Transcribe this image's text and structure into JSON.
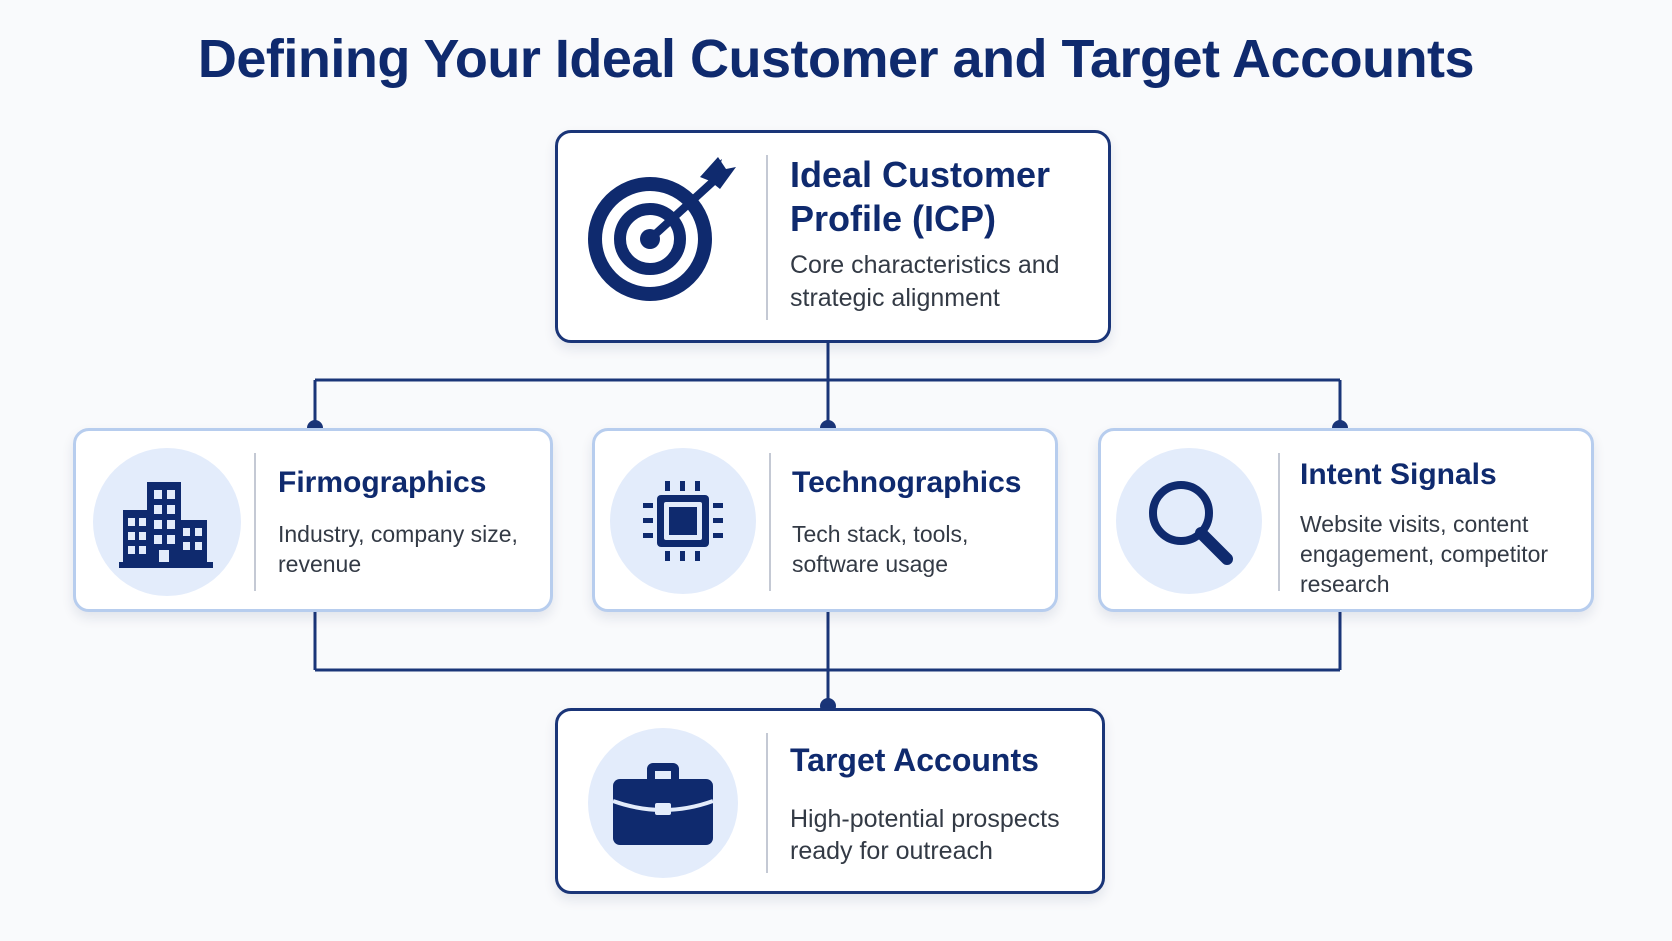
{
  "title": "Defining Your Ideal Customer and Target Accounts",
  "colors": {
    "navy": "#0f2a6e",
    "card_border": "#1a3578",
    "light_border": "#b7cdee",
    "icon_bg": "#e3ecfb"
  },
  "nodes": {
    "icp": {
      "title": "Ideal Customer Profile (ICP)",
      "description": "Core characteristics and strategic alignment",
      "icon": "target-icon"
    },
    "firmographics": {
      "title": "Firmographics",
      "description": "Industry, company size, revenue",
      "icon": "building-icon"
    },
    "technographics": {
      "title": "Technographics",
      "description": "Tech stack, tools, software usage",
      "icon": "chip-icon"
    },
    "intent": {
      "title": "Intent Signals",
      "description": "Website visits, content engagement, competitor research",
      "icon": "magnifier-icon"
    },
    "target": {
      "title": "Target Accounts",
      "description": "High-potential prospects ready for outreach",
      "icon": "briefcase-icon"
    }
  }
}
